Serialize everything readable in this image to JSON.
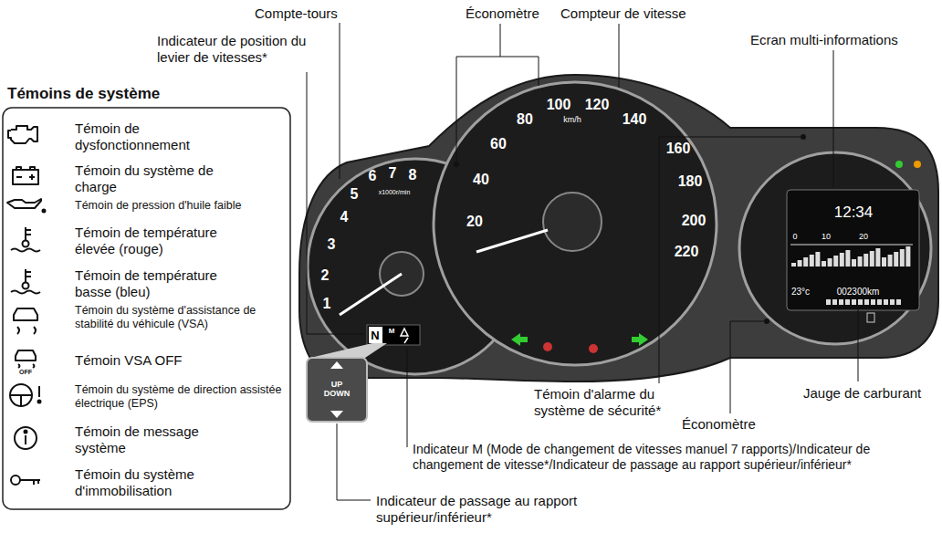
{
  "diagram": {
    "nodes": [
      {
        "text": [
          "Témoins de système"
        ]
      },
      {
        "text": [
          "UP",
          "DOWN"
        ]
      }
    ],
    "labels": [
      "Compte-tours",
      "Indicateur de position du levier de vitesses*",
      "Économètre",
      "Compteur de vitesse",
      "Ecran multi-informations",
      "Témoin d'alarme du système de sécurité*",
      "Jauge de carburant",
      "Économètre",
      "Indicateur M (Mode de changement de vitesses manuel 7 rapports)/Indicateur de changement de vitesse*/Indicateur de passage au rapport supérieur/inférieur*",
      "Indicateur de passage au rapport supérieur/inférieur*",
      "1",
      "2",
      "3",
      "4",
      "5",
      "6",
      "7",
      "8",
      "x1000r/min",
      "20",
      "40",
      "60",
      "80",
      "100",
      "120",
      "140",
      "160",
      "180",
      "200",
      "220",
      "km/h",
      "12:34",
      "0",
      "10",
      "20",
      "23°c",
      "002300km",
      "N",
      "M",
      "OFF"
    ],
    "legend": [
      {
        "text": "Témoin de dysfonctionnement"
      },
      {
        "text": "Témoin du système de charge"
      },
      {
        "text": "Témoin de pression d'huile faible"
      },
      {
        "text": "Témoin de température élevée (rouge)"
      },
      {
        "text": "Témoin de température basse (bleu)"
      },
      {
        "text": "Témoin du système d'assistance de stabilité du véhicule (VSA)"
      },
      {
        "text": "Témoin VSA OFF"
      },
      {
        "text": "Témoin du système de direction assistée électrique (EPS)"
      },
      {
        "text": "Témoin de message système"
      },
      {
        "text": "Témoin du système d'immobilisation"
      }
    ]
  }
}
